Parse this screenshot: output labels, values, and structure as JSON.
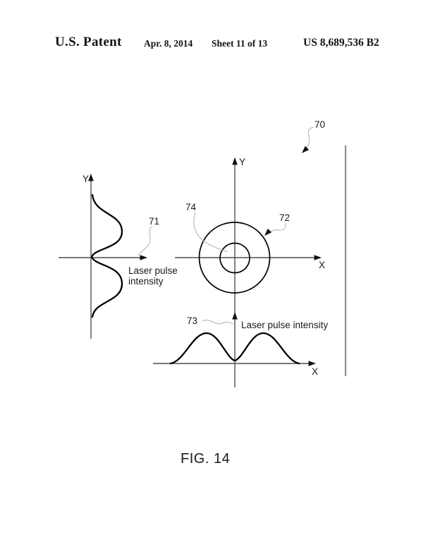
{
  "header": {
    "document_type": "U.S. Patent",
    "date": "Apr. 8, 2014",
    "sheet": "Sheet 11 of 13",
    "patent_number": "US 8,689,536 B2"
  },
  "figure": {
    "caption": "FIG. 14",
    "reference_numerals": {
      "assembly": "70",
      "left_profile": "71",
      "outer_circle": "72",
      "bottom_profile": "73",
      "inner_circle": "74"
    },
    "axes": {
      "left_y": "Y",
      "center_y": "Y",
      "center_x": "X",
      "bottom_x": "X"
    },
    "annotations": {
      "left_intensity_line1": "Laser pulse",
      "left_intensity_line2": "intensity",
      "bottom_intensity": "Laser pulse intensity"
    },
    "colors": {
      "curve": "#000000",
      "axis": "#4f4f4f",
      "leader": "#b5b5b5",
      "margin_line": "#8f8f8f"
    }
  }
}
